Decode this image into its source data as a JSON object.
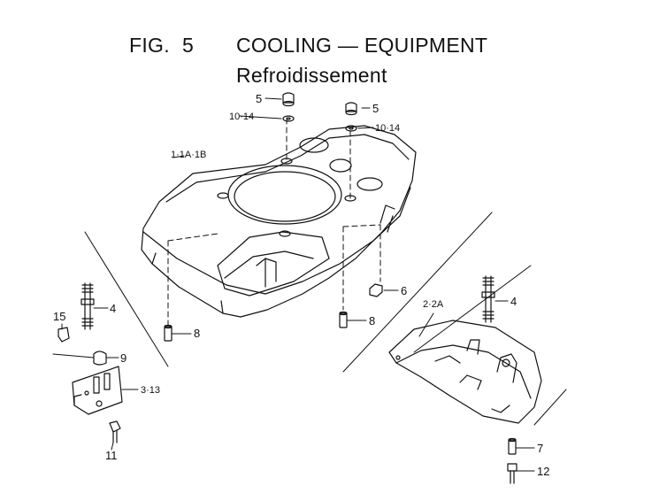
{
  "header": {
    "fig_label": "FIG.",
    "fig_number": "5",
    "title": "COOLING — EQUIPMENT",
    "subtitle": "Refroidissement"
  },
  "callouts": {
    "nut_left": "5",
    "nut_right": "5",
    "washer_left": "10·14",
    "washer_right": "10·14",
    "shroud": "1·1A·1B",
    "stud_left": "4",
    "stud_right": "4",
    "nut_6": "6",
    "spacer_left": "8",
    "spacer_right": "8",
    "clip_15": "15",
    "grommet_9": "9",
    "bracket": "3·13",
    "bolt_11": "11",
    "cover": "2·2A",
    "spacer_7": "7",
    "bolt_12": "12"
  }
}
